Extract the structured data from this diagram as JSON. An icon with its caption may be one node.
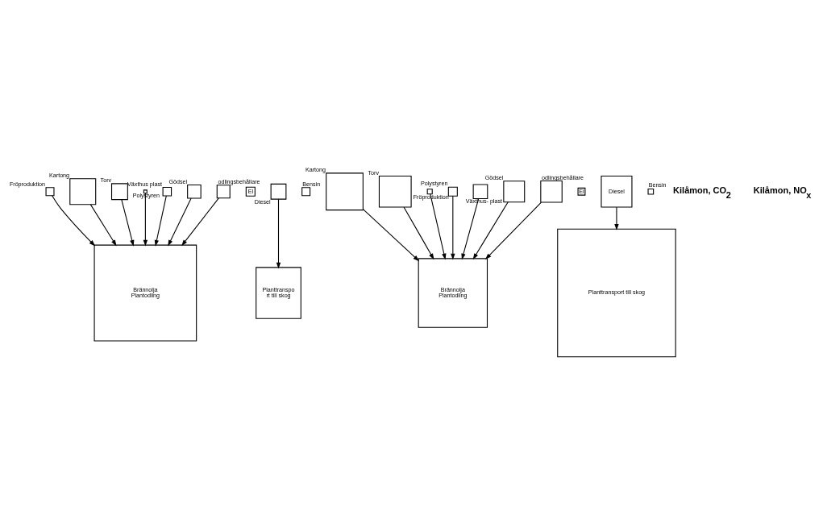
{
  "diagram": {
    "nodes": [
      {
        "text": [],
        "shape": "box",
        "beside": [
          "Fröproduktion"
        ]
      },
      {
        "text": [
          "Brännolja",
          "Plantodling"
        ]
      },
      {
        "text": [],
        "shape": "box",
        "beside": [
          "Kartong"
        ]
      },
      {
        "text": [],
        "shape": "box",
        "beside": [
          "Torv"
        ]
      },
      {
        "text": [],
        "shape": "box",
        "beside": [
          "Polystyren"
        ]
      },
      {
        "text": [],
        "shape": "box",
        "beside": [
          "Växthus plast"
        ]
      },
      {
        "text": [],
        "shape": "box",
        "beside": [
          "Gödsel"
        ]
      },
      {
        "text": [],
        "shape": "box",
        "beside": [
          "odlingsbehållare"
        ]
      },
      {
        "text": [
          "El"
        ]
      },
      {
        "text": [],
        "shape": "box",
        "beside": [
          "Diesel"
        ]
      },
      {
        "text": [],
        "shape": "box",
        "beside": [
          "Bensin"
        ]
      },
      {
        "text": [
          "Planttransport till skog"
        ]
      },
      {
        "text": [],
        "shape": "box",
        "beside": [
          "Kartong"
        ]
      },
      {
        "text": [],
        "shape": "box",
        "beside": [
          "Torv"
        ]
      },
      {
        "text": [],
        "shape": "box",
        "beside": [
          "Fröproduktion"
        ]
      },
      {
        "text": [
          "Brännolja",
          "Plantodling"
        ]
      },
      {
        "text": [],
        "shape": "box",
        "beside": [
          "Polystyren"
        ]
      },
      {
        "text": [],
        "shape": "box",
        "beside": [
          "Växthus- plast"
        ]
      },
      {
        "text": [],
        "shape": "box",
        "beside": [
          "Gödsel"
        ]
      },
      {
        "text": [
          "El"
        ]
      },
      {
        "text": [
          "Diesel"
        ]
      },
      {
        "text": [],
        "shape": "box",
        "beside": [
          "Bensin"
        ]
      },
      {
        "text": [],
        "shape": "box",
        "beside": [
          "odlingsbehållare"
        ]
      },
      {
        "text": [
          "Planttransport till skog"
        ]
      }
    ],
    "edges": [
      {
        "from": 0,
        "to": 1,
        "arrow": "to"
      },
      {
        "from": 2,
        "to": 1,
        "arrow": "to"
      },
      {
        "from": 3,
        "to": 1,
        "arrow": "to"
      },
      {
        "from": 4,
        "to": 1,
        "arrow": "to"
      },
      {
        "from": 5,
        "to": 1,
        "arrow": "to"
      },
      {
        "from": 6,
        "to": 1,
        "arrow": "to"
      },
      {
        "from": 7,
        "to": 1,
        "arrow": "to"
      },
      {
        "from": 9,
        "to": 11,
        "arrow": "to"
      },
      {
        "from": 12,
        "to": 15,
        "arrow": "to"
      },
      {
        "from": 13,
        "to": 15,
        "arrow": "to"
      },
      {
        "from": 14,
        "to": 15,
        "arrow": "to"
      },
      {
        "from": 16,
        "to": 15,
        "arrow": "to"
      },
      {
        "from": 17,
        "to": 15,
        "arrow": "to"
      },
      {
        "from": 18,
        "to": 15,
        "arrow": "to"
      },
      {
        "from": 22,
        "to": 15,
        "arrow": "to"
      },
      {
        "from": 20,
        "to": 23,
        "arrow": "to"
      }
    ],
    "labels": [
      "Kilåmon, CO$_{2}$",
      "Kilåmon, NO$_{x}$"
    ]
  }
}
